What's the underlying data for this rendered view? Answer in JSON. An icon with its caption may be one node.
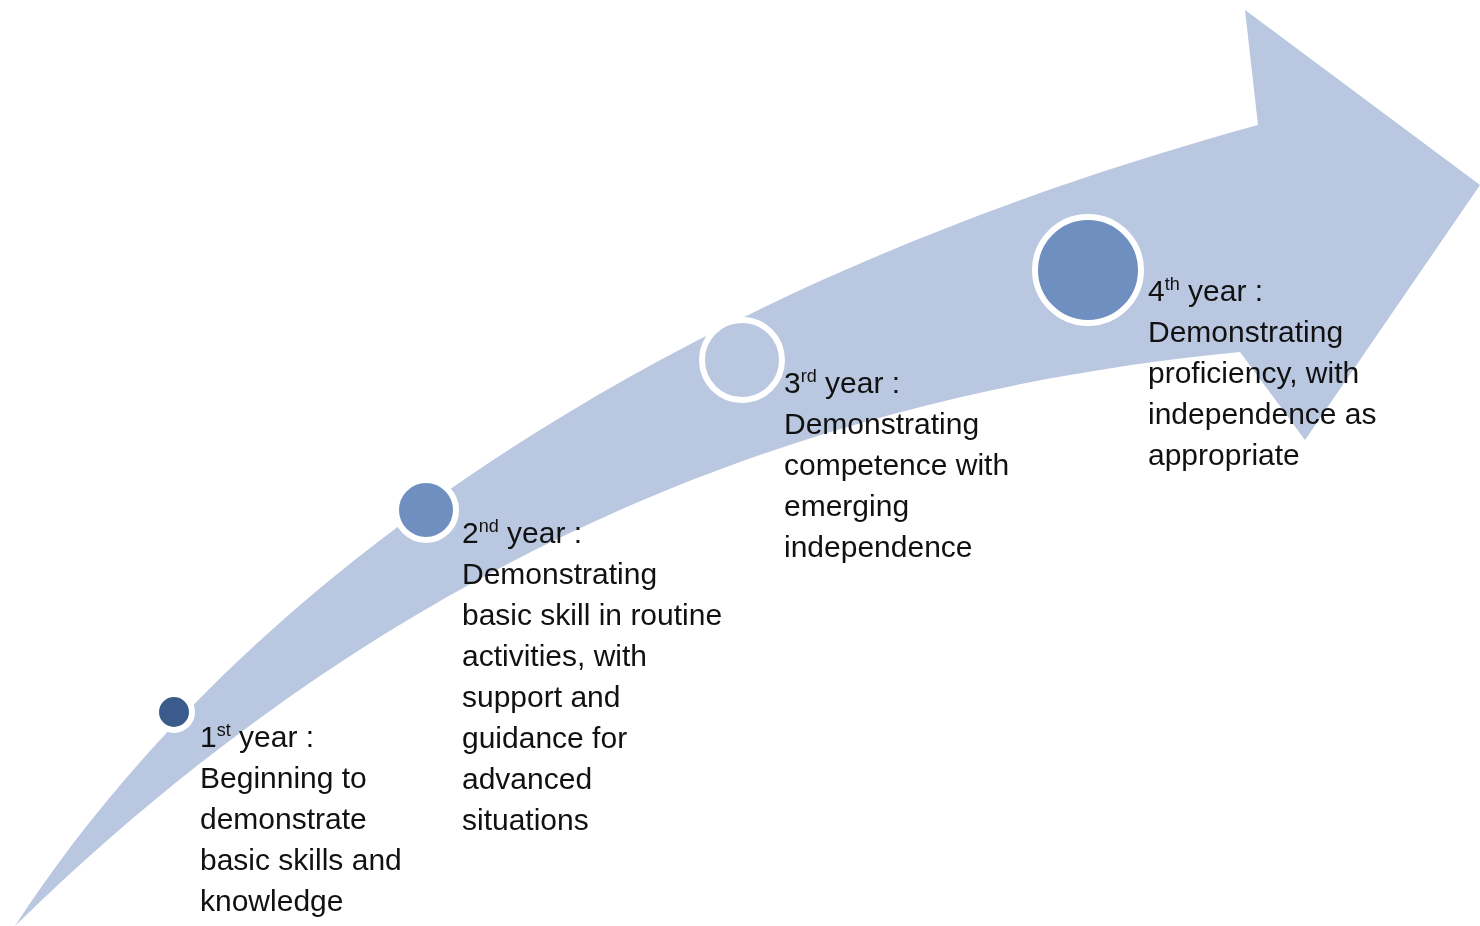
{
  "diagram": {
    "nodes": [
      {
        "text": [],
        "shape": "circle",
        "beside": [
          "1$^{st}$ year :",
          "Beginning to demonstrate basic skills and knowledge"
        ]
      },
      {
        "text": [],
        "shape": "circle",
        "beside": [
          "2$^{nd}$ year :",
          "Demonstrating basic skill in routine activities, with support and guidance for advanced situations"
        ]
      },
      {
        "text": [],
        "shape": "circle",
        "beside": [
          "3$^{rd}$ year :",
          "Demonstrating competence with emerging independence"
        ]
      },
      {
        "text": [],
        "shape": "circle",
        "beside": [
          "4$^{th}$ year :",
          "Demonstrating proficiency, with independence as appropriate"
        ]
      }
    ]
  }
}
